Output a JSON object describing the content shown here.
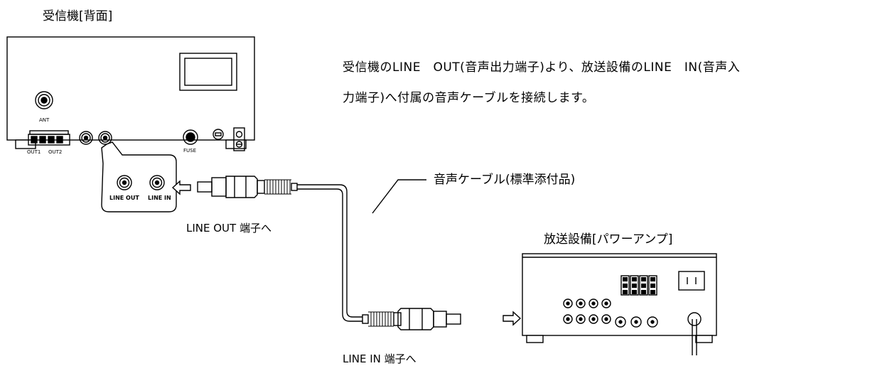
{
  "receiver": {
    "title": "受信機[背面]",
    "ant_label": "ANT",
    "out1_label": "OUT1",
    "out2_label": "OUT2",
    "line_out_label": "LINE OUT",
    "line_in_label": "LINE IN",
    "fuse_label": "FUSE"
  },
  "description": {
    "line1": "受信機のLINE　OUT(音声出力端子)より、放送設備のLINE　IN(音声入",
    "line2": "力端子)へ付属の音声ケーブルを接続します。"
  },
  "zoom": {
    "line_out_label": "LINE OUT",
    "line_in_label": "LINE IN"
  },
  "cable": {
    "label": "音声ケーブル(標準添付品)"
  },
  "connectors": {
    "line_out_to": "LINE OUT 端子へ",
    "line_in_to": "LINE IN 端子へ"
  },
  "amplifier": {
    "title": "放送設備[パワーアンプ]"
  }
}
